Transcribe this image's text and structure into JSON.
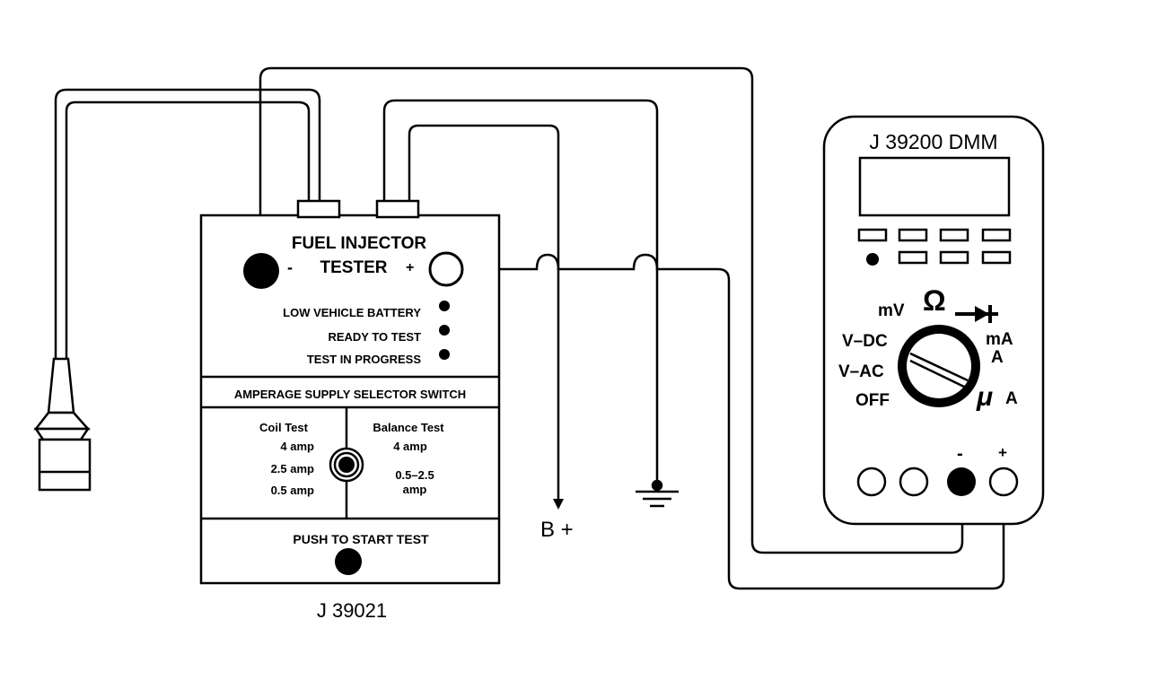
{
  "tester": {
    "title_line1": "FUEL INJECTOR",
    "title_line2": "TESTER",
    "neg_sign": "-",
    "pos_sign": "+",
    "indicators": [
      "LOW VEHICLE BATTERY",
      "READY TO TEST",
      "TEST IN PROGRESS"
    ],
    "selector_title": "AMPERAGE SUPPLY SELECTOR SWITCH",
    "coil_test": {
      "heading": "Coil Test",
      "options": [
        "4 amp",
        "2.5 amp",
        "0.5 amp"
      ]
    },
    "balance_test": {
      "heading": "Balance Test",
      "options": [
        "4 amp",
        "0.5–2.5",
        "amp"
      ]
    },
    "push_label": "PUSH TO START TEST",
    "model": "J 39021"
  },
  "supply_label": "B +",
  "dmm": {
    "title": "J 39200 DMM",
    "dial_labels": {
      "mv": "mV",
      "ohm": "Ω",
      "vdc": "V–DC",
      "vac": "V–AC",
      "off": "OFF",
      "ma": "mA",
      "a": "A",
      "ua_mu": "μ",
      "ua_a": "A"
    },
    "neg_sign": "-",
    "pos_sign": "+"
  }
}
